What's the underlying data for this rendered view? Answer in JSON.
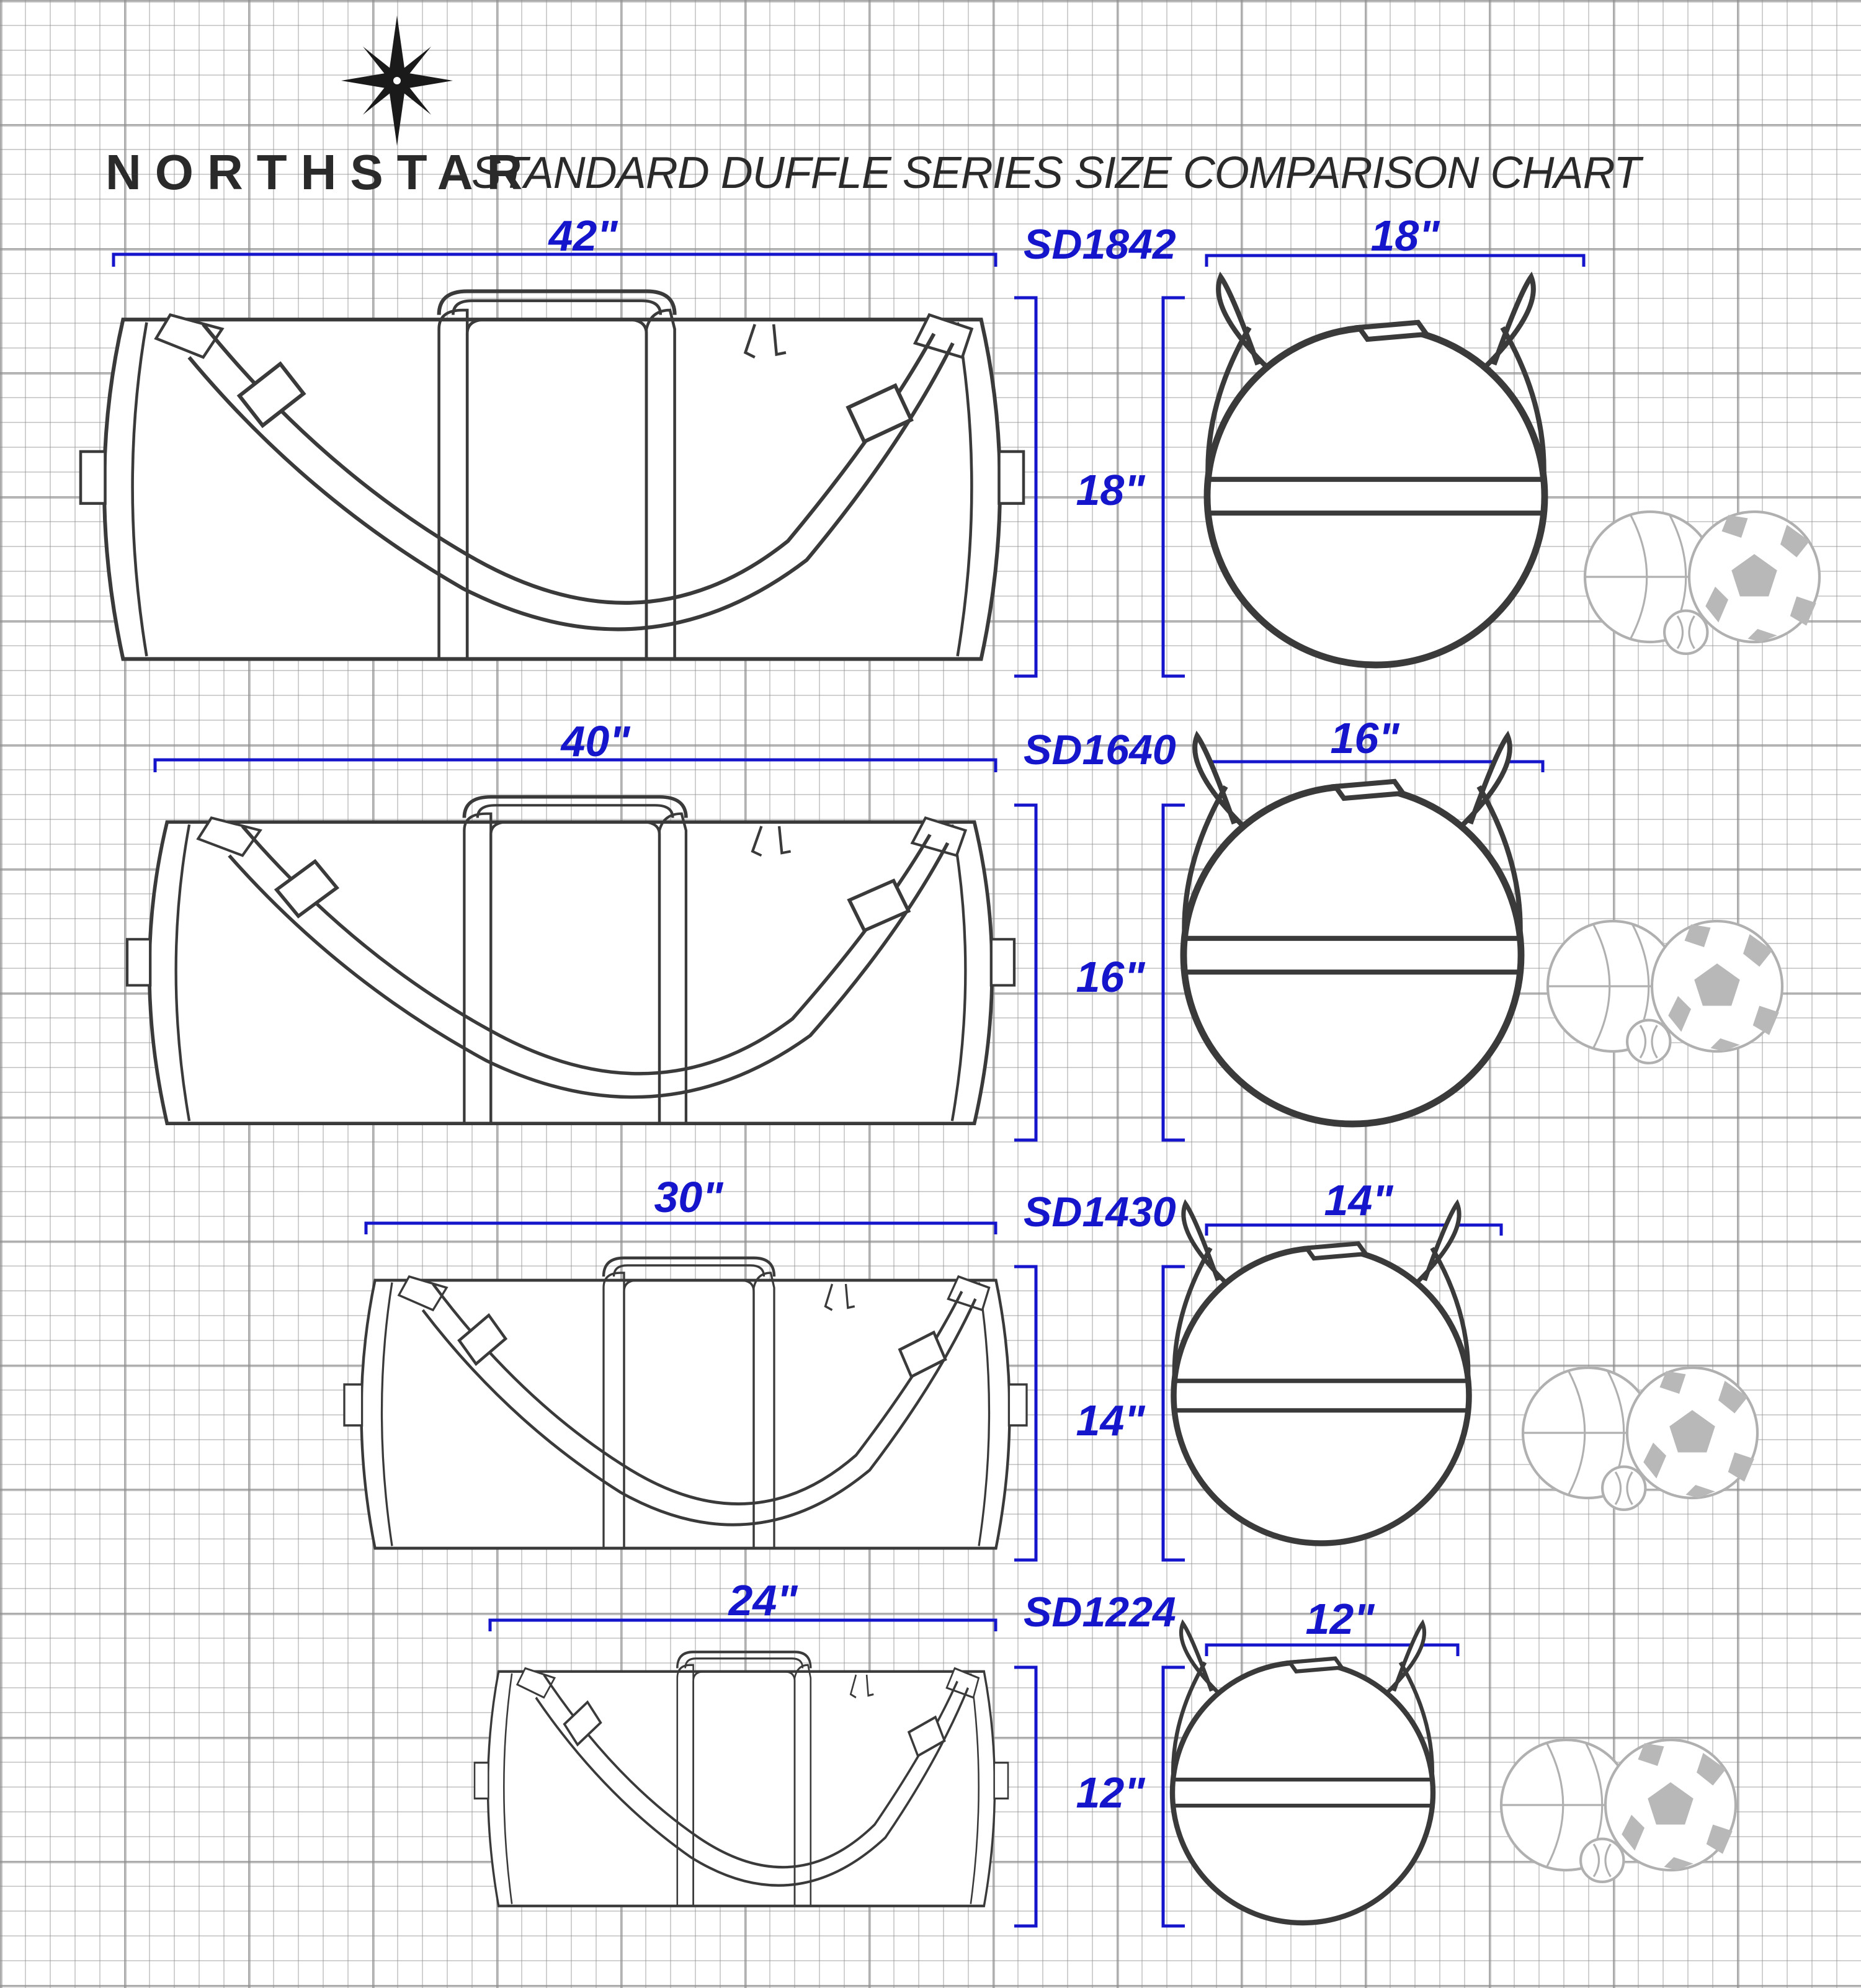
{
  "header": {
    "brand": "NORTHSTAR",
    "subtitle": "STANDARD DUFFLE SERIES SIZE COMPARISON CHART",
    "logo_icon": "compass-star-icon"
  },
  "colors": {
    "dimension": "#1515cc",
    "outline": "#3a3a3a",
    "balls": "#aaaaaa",
    "grid": "#9a9a9a"
  },
  "bags": [
    {
      "model": "SD1842",
      "length": "42\"",
      "height": "18\"",
      "diameter": "18\""
    },
    {
      "model": "SD1640",
      "length": "40\"",
      "height": "16\"",
      "diameter": "16\""
    },
    {
      "model": "SD1430",
      "length": "30\"",
      "height": "14\"",
      "diameter": "14\""
    },
    {
      "model": "SD1224",
      "length": "24\"",
      "height": "12\"",
      "diameter": "12\""
    }
  ]
}
